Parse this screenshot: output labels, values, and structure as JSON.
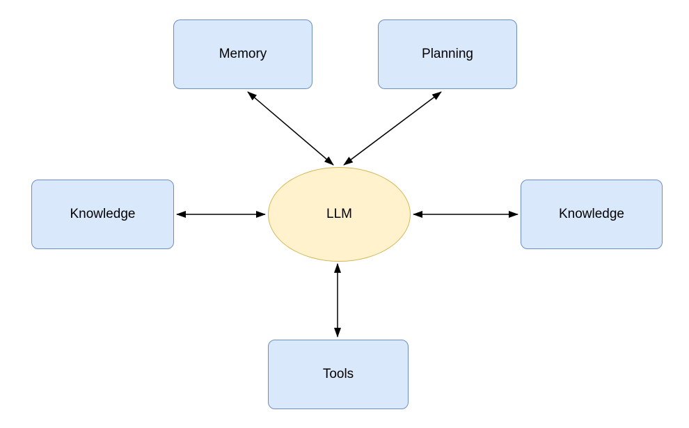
{
  "diagram": {
    "type": "node-link",
    "background": "#ffffff",
    "center_node": {
      "id": "llm",
      "label": "LLM",
      "shape": "ellipse",
      "fill": "#fff2cc",
      "border": "#d6b656"
    },
    "nodes": [
      {
        "id": "memory",
        "label": "Memory",
        "shape": "rounded-rect",
        "position": "top-left"
      },
      {
        "id": "planning",
        "label": "Planning",
        "shape": "rounded-rect",
        "position": "top-right"
      },
      {
        "id": "knowledge-left",
        "label": "Knowledge",
        "shape": "rounded-rect",
        "position": "middle-left"
      },
      {
        "id": "knowledge-right",
        "label": "Knowledge",
        "shape": "rounded-rect",
        "position": "middle-right"
      },
      {
        "id": "tools",
        "label": "Tools",
        "shape": "rounded-rect",
        "position": "bottom-center"
      }
    ],
    "edges": [
      {
        "from": "memory",
        "to": "llm",
        "bidirectional": true
      },
      {
        "from": "planning",
        "to": "llm",
        "bidirectional": true
      },
      {
        "from": "knowledge-left",
        "to": "llm",
        "bidirectional": true
      },
      {
        "from": "knowledge-right",
        "to": "llm",
        "bidirectional": true
      },
      {
        "from": "tools",
        "to": "llm",
        "bidirectional": true
      }
    ],
    "colors": {
      "node_fill": "#dae8fc",
      "node_border": "#6c8ebf",
      "center_fill": "#fff2cc",
      "center_border": "#d6b656",
      "edge": "#000000",
      "text": "#000000",
      "background": "#ffffff"
    }
  }
}
